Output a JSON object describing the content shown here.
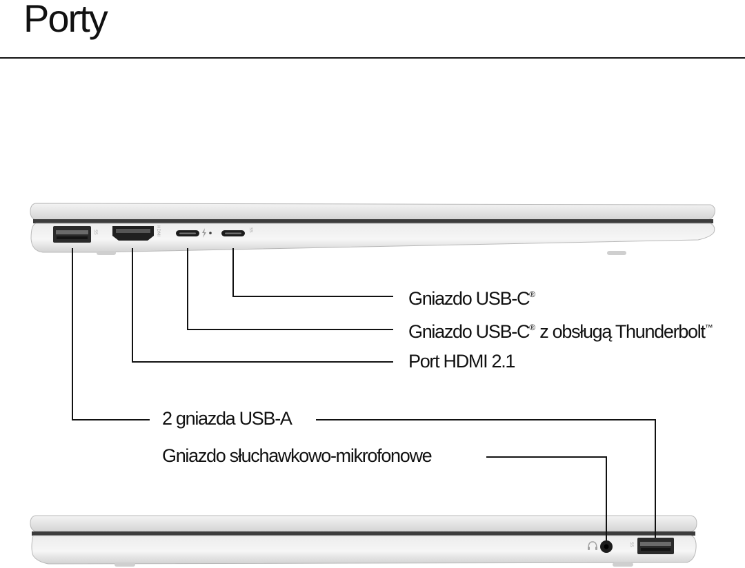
{
  "page": {
    "title": "Porty"
  },
  "labels": {
    "usb_c": "Gniazdo USB-C",
    "usb_c_sup": "®",
    "thunderbolt_pre": "Gniazdo USB-C",
    "thunderbolt_sup": "®",
    "thunderbolt_post": " z obsługą Thunderbolt",
    "thunderbolt_tm": "™",
    "hdmi": "Port HDMI 2.1",
    "usb_a": "2 gniazda USB-A",
    "audio": "Gniazdo słuchawkowo-mikrofonowe"
  },
  "colors": {
    "text": "#111111",
    "laptop_body": "#e2e2e2",
    "laptop_edge": "#b5b5b5",
    "port_dark": "#1c1c1c"
  },
  "icons": [
    "usb-a-port-icon",
    "hdmi-port-icon",
    "usb-c-port-icon",
    "thunderbolt-bolt-icon",
    "headphone-icon",
    "audio-jack-icon"
  ]
}
